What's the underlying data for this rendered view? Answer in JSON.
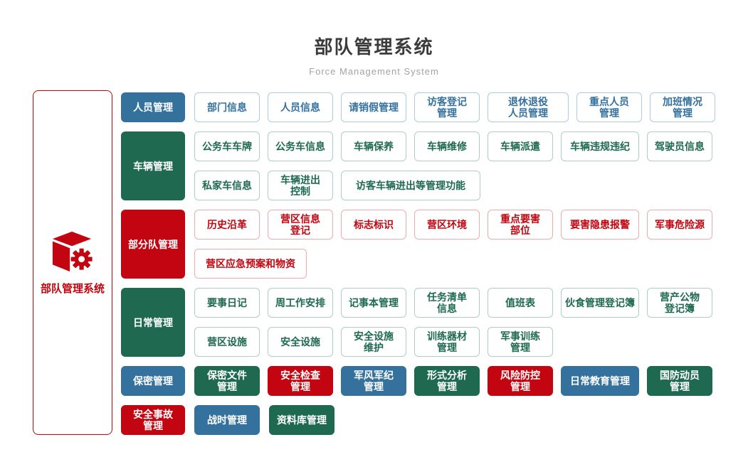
{
  "header": {
    "title": "部队管理系统",
    "subtitle": "Force Management System"
  },
  "root_panel": {
    "label": "部队管理系统",
    "icon": "cube-gear-icon"
  },
  "palette": {
    "blue": "#35719d",
    "green": "#1e6950",
    "red": "#c20510"
  },
  "sections": [
    {
      "name": "人员管理",
      "color": "blue",
      "items": [
        "部门信息",
        "人员信息",
        "请销假管理",
        "访客登记\n管理",
        "退休退役\n人员管理",
        "重点人员\n管理",
        "加班情况\n管理"
      ]
    },
    {
      "name": "车辆管理",
      "color": "green",
      "items": [
        "公务车车牌",
        "公务车信息",
        "车辆保养",
        "车辆维修",
        "车辆派遣",
        "车辆违规违纪",
        "驾驶员信息",
        "私家车信息",
        "车辆进出\n控制",
        "访客车辆进出等管理功能"
      ]
    },
    {
      "name": "部分队管理",
      "color": "red",
      "items": [
        "历史沿革",
        "营区信息\n登记",
        "标志标识",
        "营区环境",
        "重点要害\n部位",
        "要害隐患报警",
        "军事危险源",
        "营区应急预案和物资"
      ]
    },
    {
      "name": "日常管理",
      "color": "green",
      "items": [
        "要事日记",
        "周工作安排",
        "记事本管理",
        "任务清单\n信息",
        "值班表",
        "伙食管理登记簿",
        "营产公物\n登记簿",
        "营区设施",
        "安全设施",
        "安全设施\n维护",
        "训练器材\n管理",
        "军事训练\n管理"
      ]
    },
    {
      "name": "保密管理",
      "color": "blue",
      "items": [
        "保密文件\n管理",
        "安全检查\n管理",
        "军风军纪\n管理",
        "形式分析\n管理",
        "风险防控\n管理",
        "日常教育管理",
        "国防动员\n管理"
      ],
      "item_colors": [
        "green",
        "red",
        "blue",
        "green",
        "red",
        "blue",
        "green"
      ]
    }
  ],
  "standalone_blocks": [
    {
      "label": "安全事故\n管理",
      "color": "red"
    },
    {
      "label": "战时管理",
      "color": "blue"
    },
    {
      "label": "资料库管理",
      "color": "green"
    }
  ]
}
